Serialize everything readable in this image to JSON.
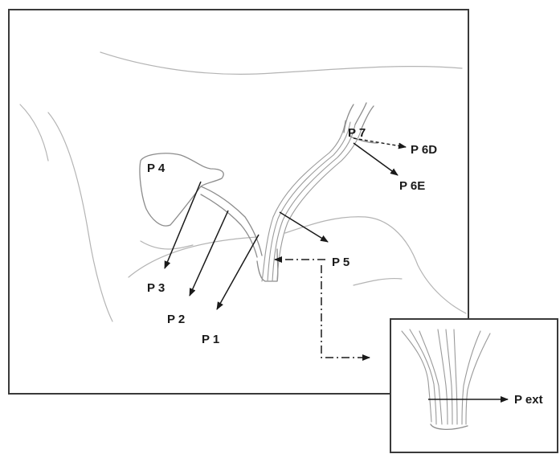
{
  "labels": {
    "p4": "P 4",
    "p3": "P 3",
    "p2": "P 2",
    "p1": "P 1",
    "p5": "P 5",
    "p7": "P 7",
    "p6d": "P 6D",
    "p6e": "P 6E",
    "pext": "P ext"
  },
  "colors": {
    "sketch": "#8c8c8c",
    "arrow": "#1a1a1a",
    "frame": "#3a3a3a"
  }
}
